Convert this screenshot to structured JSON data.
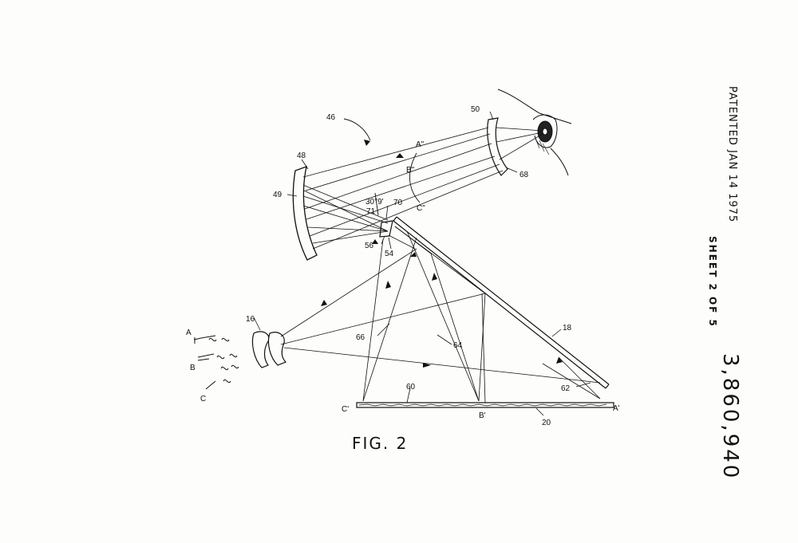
{
  "figure_label": "FIG. 2",
  "margin": {
    "patented": "PATENTED JAN 14 1975",
    "sheet": "SHEET 2 OF 5",
    "patent_number": "3,860,940"
  },
  "labels": {
    "l46": "46",
    "l48": "48",
    "l49": "49",
    "l50": "50",
    "l68": "68",
    "l30deg": "30°9'",
    "l70": "70",
    "l71": "71",
    "l56": "56",
    "l54": "54",
    "l16": "16",
    "l18": "18",
    "l66": "66",
    "l64": "64",
    "l60": "60",
    "l62": "62",
    "l20": "20",
    "A": "A",
    "B": "B",
    "C": "C",
    "Ap": "A'",
    "Bp": "B'",
    "Cp": "C'",
    "App": "A\"",
    "Bpp": "B\"",
    "Cpp": "C\""
  }
}
